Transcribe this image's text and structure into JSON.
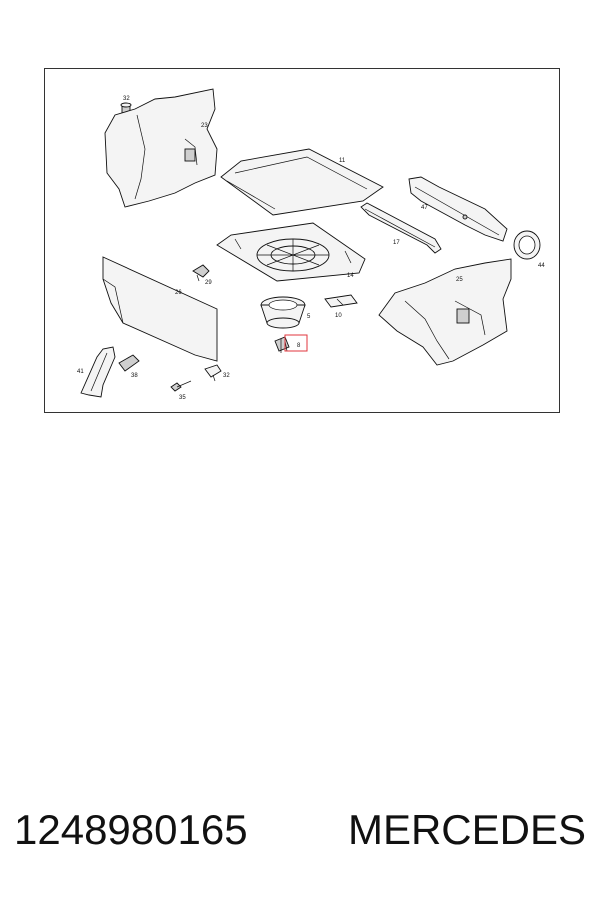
{
  "diagram": {
    "callouts": {
      "c32a": "32",
      "c23": "23",
      "c11": "11",
      "c47": "47",
      "c17": "17",
      "c44": "44",
      "c14": "14",
      "c26": "26",
      "c29": "29",
      "c5": "5",
      "c10": "10",
      "c25": "25",
      "c8": "8",
      "c41": "41",
      "c38": "38",
      "c32b": "32",
      "c35": "35"
    },
    "highlight_color": "#e0363c"
  },
  "caption": {
    "part_number": "1248980165",
    "brand": "MERCEDES"
  }
}
